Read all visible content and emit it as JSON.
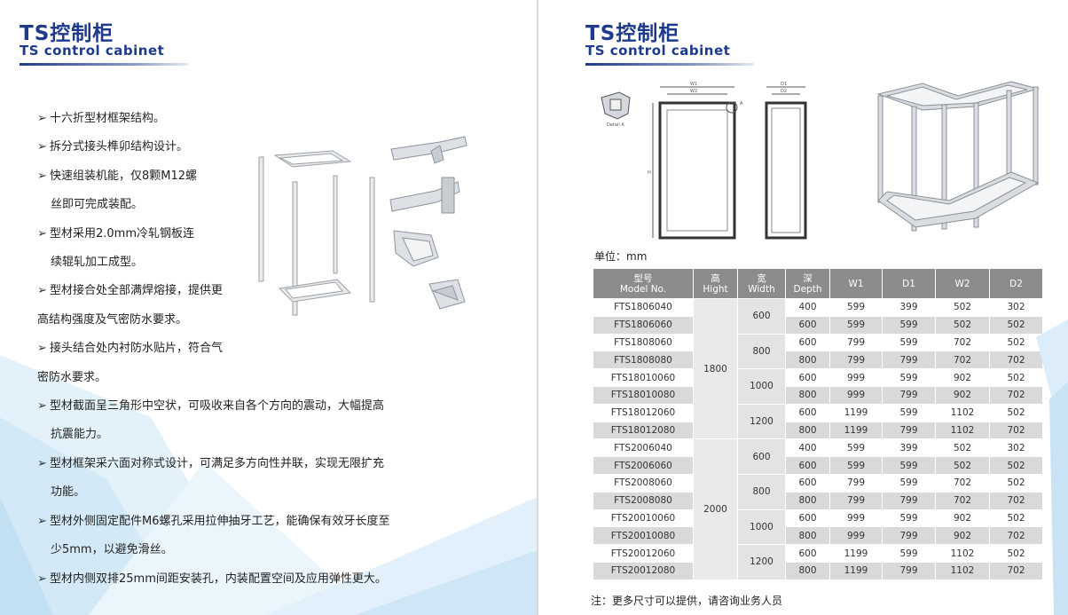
{
  "left": {
    "title_cn": "TS控制柜",
    "title_en": "TS control cabinet",
    "bullets": [
      {
        "arrow": true,
        "text": "十六折型材框架结构。"
      },
      {
        "arrow": true,
        "text": "拆分式接头榫卯结构设计。"
      },
      {
        "arrow": true,
        "text": "快速组装机能，仅8颗M12螺"
      },
      {
        "arrow": false,
        "indent": true,
        "text": "丝即可完成装配。"
      },
      {
        "arrow": true,
        "text": "型材采用2.0mm冷轧钢板连"
      },
      {
        "arrow": false,
        "indent": true,
        "text": "续辊轧加工成型。"
      },
      {
        "arrow": true,
        "text": "型材接合处全部满焊熔接，提供更"
      },
      {
        "arrow": false,
        "indent": false,
        "text": "高结构强度及气密防水要求。"
      },
      {
        "arrow": true,
        "text": "接头结合处内衬防水贴片，符合气"
      },
      {
        "arrow": false,
        "indent": false,
        "text": "密防水要求。"
      },
      {
        "arrow": true,
        "text": "型材截面呈三角形中空状，可吸收来自各个方向的震动，大幅提高"
      },
      {
        "arrow": false,
        "indent": true,
        "text": "抗震能力。"
      },
      {
        "arrow": true,
        "text": "型材框架采六面对称式设计，可满足多方向性并联，实现无限扩充"
      },
      {
        "arrow": false,
        "indent": true,
        "text": "功能。"
      },
      {
        "arrow": true,
        "text": "型材外侧固定配件M6螺孔采用拉伸抽牙工艺，能确保有效牙长度至"
      },
      {
        "arrow": false,
        "indent": true,
        "text": "少5mm，以避免滑丝。"
      },
      {
        "arrow": true,
        "text": "型材内侧双排25mm间距安装孔，内装配置空间及应用弹性更大。"
      }
    ],
    "bullet_glyph": "➢"
  },
  "right": {
    "title_cn": "TS控制柜",
    "title_en": "TS control cabinet",
    "drawing_labels": {
      "w1": "W1",
      "w2": "W2",
      "d1": "D1",
      "d2": "D2",
      "h": "H",
      "detail": "Detail A",
      "a": "A"
    },
    "unit_label": "单位：mm",
    "table": {
      "headers": [
        {
          "cn": "型号",
          "en": "Model No."
        },
        {
          "cn": "高",
          "en": "Hight"
        },
        {
          "cn": "宽",
          "en": "Width"
        },
        {
          "cn": "深",
          "en": "Depth"
        },
        {
          "cn": "",
          "en": "W1"
        },
        {
          "cn": "",
          "en": "D1"
        },
        {
          "cn": "",
          "en": "W2"
        },
        {
          "cn": "",
          "en": "D2"
        }
      ],
      "heights": [
        "1800",
        "2000"
      ],
      "widths": [
        "600",
        "800",
        "1000",
        "1200",
        "600",
        "800",
        "1000",
        "1200"
      ],
      "rows": [
        [
          "FTS1806040",
          "400",
          "599",
          "399",
          "502",
          "302"
        ],
        [
          "FTS1806060",
          "600",
          "599",
          "599",
          "502",
          "502"
        ],
        [
          "FTS1808060",
          "600",
          "799",
          "599",
          "702",
          "502"
        ],
        [
          "FTS1808080",
          "800",
          "799",
          "799",
          "702",
          "702"
        ],
        [
          "FTS18010060",
          "600",
          "999",
          "599",
          "902",
          "502"
        ],
        [
          "FTS18010080",
          "800",
          "999",
          "799",
          "902",
          "702"
        ],
        [
          "FTS18012060",
          "600",
          "1199",
          "599",
          "1102",
          "502"
        ],
        [
          "FTS18012080",
          "800",
          "1199",
          "799",
          "1102",
          "702"
        ],
        [
          "FTS2006040",
          "400",
          "599",
          "399",
          "502",
          "302"
        ],
        [
          "FTS2006060",
          "600",
          "599",
          "599",
          "502",
          "502"
        ],
        [
          "FTS2008060",
          "600",
          "799",
          "599",
          "702",
          "502"
        ],
        [
          "FTS2008080",
          "800",
          "799",
          "799",
          "702",
          "702"
        ],
        [
          "FTS20010060",
          "600",
          "999",
          "599",
          "902",
          "502"
        ],
        [
          "FTS20010080",
          "800",
          "999",
          "799",
          "902",
          "702"
        ],
        [
          "FTS20012060",
          "600",
          "1199",
          "599",
          "1102",
          "502"
        ],
        [
          "FTS20012080",
          "800",
          "1199",
          "799",
          "1102",
          "702"
        ]
      ]
    },
    "note": "注：更多尺寸可以提供，请咨询业务人员"
  },
  "colors": {
    "title_blue": "#1e3a8a",
    "header_gray": "#8c8c8c",
    "row_gray": "#d9d9d9",
    "bg_blue": "#cfe6f6"
  }
}
